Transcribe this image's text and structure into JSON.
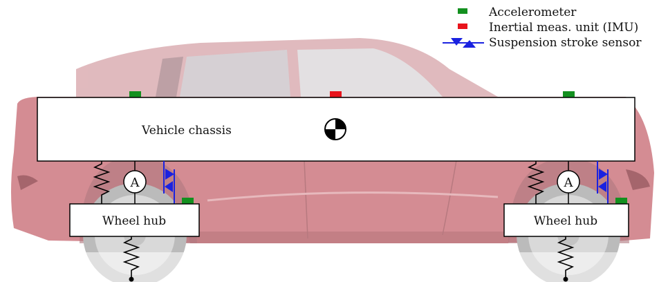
{
  "legend": {
    "accelerometer": {
      "label": "Accelerometer",
      "color": "#13901f"
    },
    "imu": {
      "label": "Inertial meas. unit (IMU)",
      "color": "#e8141c"
    },
    "stroke_sensor": {
      "label": "Suspension stroke sensor",
      "color": "#1a22e0"
    }
  },
  "chassis": {
    "label": "Vehicle chassis"
  },
  "front_hub": {
    "label": "Wheel hub"
  },
  "rear_hub": {
    "label": "Wheel hub"
  },
  "actuator_front": {
    "label": "A"
  },
  "actuator_rear": {
    "label": "A"
  },
  "colors": {
    "car_body": "#c96b73",
    "tire": "#a4a4a4",
    "outline": "#000000"
  }
}
